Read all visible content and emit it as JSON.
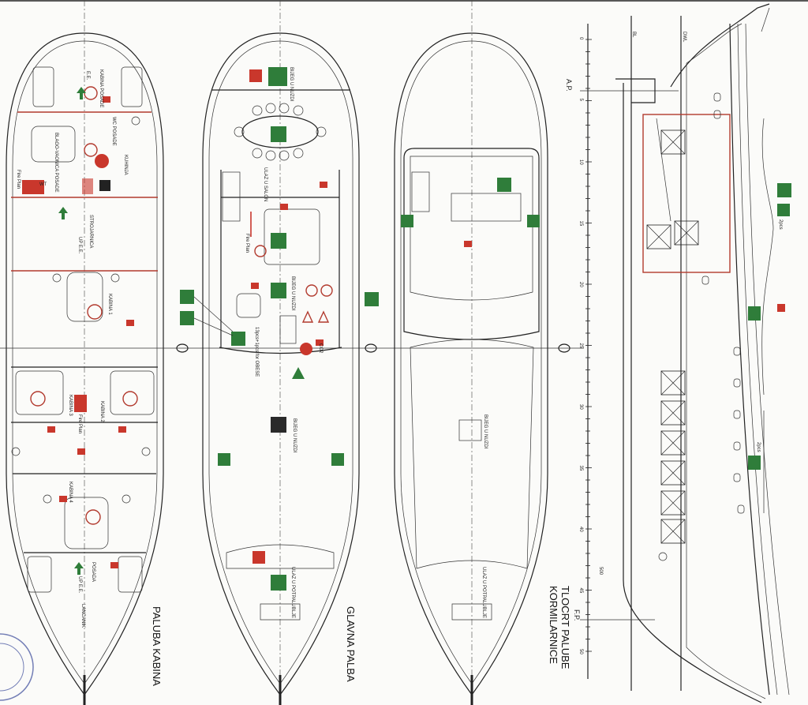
{
  "decks": {
    "cabin": {
      "title": "PALUBA KABINA",
      "rooms": [
        "KABINA POSADE",
        "WC POSADE",
        "BLAGO-VAONICA POSADE",
        "KUHINJA",
        "STROJARNICA",
        "KABINA 1",
        "KABINA 2",
        "KABINA 3",
        "KABINA 4",
        "POSADA",
        "LANCANIK"
      ],
      "labels": [
        "E.E.",
        "UP E.E.",
        "Fire Plan",
        "WT",
        "Fire Plan",
        "UP E.E."
      ]
    },
    "main": {
      "title": "GLAVNA PALBA",
      "labels": [
        "BIJEG U NUZDI",
        "ULAZ U SALON",
        "Fire Plan",
        "BIJEG U NUZDI",
        "13pcs+1pcs for OBESE",
        "CO2",
        "BIJEG U NUZDI",
        "ULAZ U POTPALUBLJE"
      ]
    },
    "wheelhouse": {
      "title": "TLOCRT PALUBE KORMILARNICE",
      "labels": [
        "BIJEG U NUZDI",
        "ULAZ U POTPALUBLJE"
      ]
    }
  },
  "profile": {
    "aft_perp": "A.P.",
    "fwd_perp": "F.P.",
    "base_line": "BL",
    "waterline": "DWL",
    "scale_bar": "500",
    "raft_count_upper": "2pcs",
    "raft_count_lower": "2pcs",
    "frame_ticks": [
      "0",
      "5",
      "10",
      "15",
      "20",
      "25",
      "30",
      "35",
      "40",
      "45",
      "50"
    ]
  },
  "colors": {
    "safety_green": "#2f7d3a",
    "fire_red": "#c9372c",
    "line": "#222222"
  }
}
